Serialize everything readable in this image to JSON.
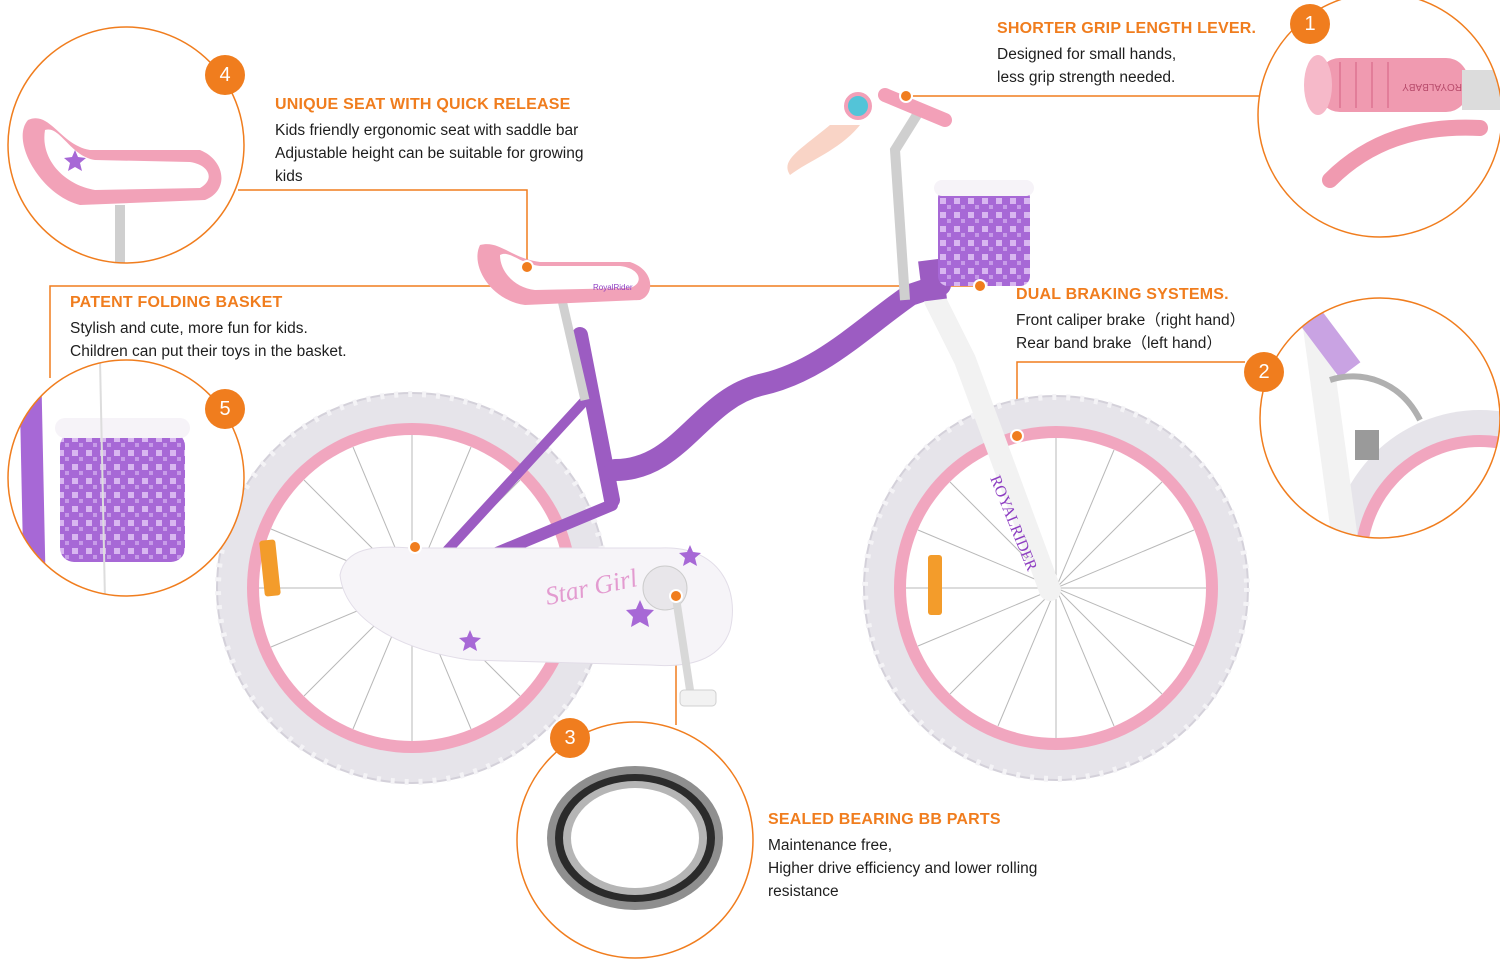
{
  "colors": {
    "accent": "#f07d1e",
    "frame": "#9c5cc2",
    "tire": "#e6e4ea",
    "rim": "#f1a6bf",
    "text": "#1e1e1e"
  },
  "features": [
    {
      "number": "1",
      "title": "SHORTER GRIP LENGTH LEVER.",
      "lines": [
        "Designed for small hands,",
        "less grip strength needed."
      ]
    },
    {
      "number": "2",
      "title": "DUAL BRAKING SYSTEMS.",
      "lines": [
        "Front caliper brake（right hand）",
        "Rear band brake（left hand）"
      ]
    },
    {
      "number": "3",
      "title": "SEALED BEARING BB PARTS",
      "lines": [
        "Maintenance free,",
        "Higher drive efficiency and lower rolling",
        "resistance"
      ]
    },
    {
      "number": "4",
      "title": "UNIQUE SEAT WITH QUICK RELEASE",
      "lines": [
        "Kids friendly ergonomic seat with saddle bar",
        "Adjustable height can be suitable for growing",
        "kids"
      ]
    },
    {
      "number": "5",
      "title": "PATENT FOLDING BASKET",
      "lines": [
        "Stylish and cute, more fun for kids.",
        "Children can put their toys in the basket."
      ]
    }
  ],
  "bike_text": {
    "chainguard": "Star Girl",
    "fork": "ROYALRIDER",
    "seat": "RoyalRider",
    "grip": "ROYALBABY"
  }
}
